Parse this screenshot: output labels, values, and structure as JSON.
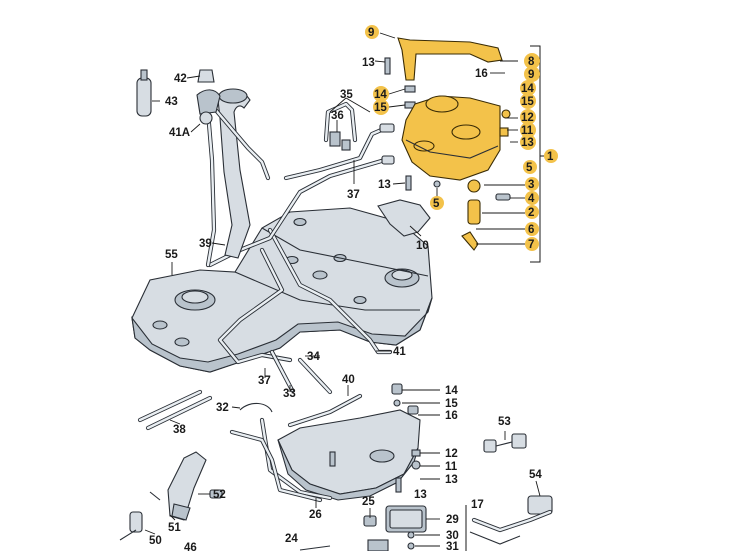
{
  "highlight_color": "#f3c24a",
  "labels": {
    "l42": "42",
    "l43": "43",
    "l41a": "41A",
    "l35": "35",
    "l36": "36",
    "l37a": "37",
    "l13a": "13",
    "l9a": "9",
    "l14a": "14",
    "l15a": "15",
    "l13b": "13",
    "l5a": "5",
    "l10": "10",
    "l55": "55",
    "l39": "39",
    "r8": "8",
    "r16": "16",
    "r9": "9",
    "r14": "14",
    "r15": "15",
    "r12": "12",
    "r11": "11",
    "r13": "13",
    "r5": "5",
    "r1": "1",
    "r3": "3",
    "r4": "4",
    "r2": "2",
    "r6": "6",
    "r7": "7",
    "l41b": "41",
    "l34": "34",
    "l37b": "37",
    "l33": "33",
    "l40": "40",
    "m14": "14",
    "m15": "15",
    "m16": "16",
    "m12": "12",
    "m11": "11",
    "m13": "13",
    "m13b": "13",
    "l32": "32",
    "l38": "38",
    "l53": "53",
    "l54": "54",
    "l52": "52",
    "l51": "51",
    "l50": "50",
    "l46": "46",
    "l26": "26",
    "l25": "25",
    "l24": "24",
    "l17": "17",
    "l29": "29",
    "l30": "30",
    "l31": "31"
  }
}
